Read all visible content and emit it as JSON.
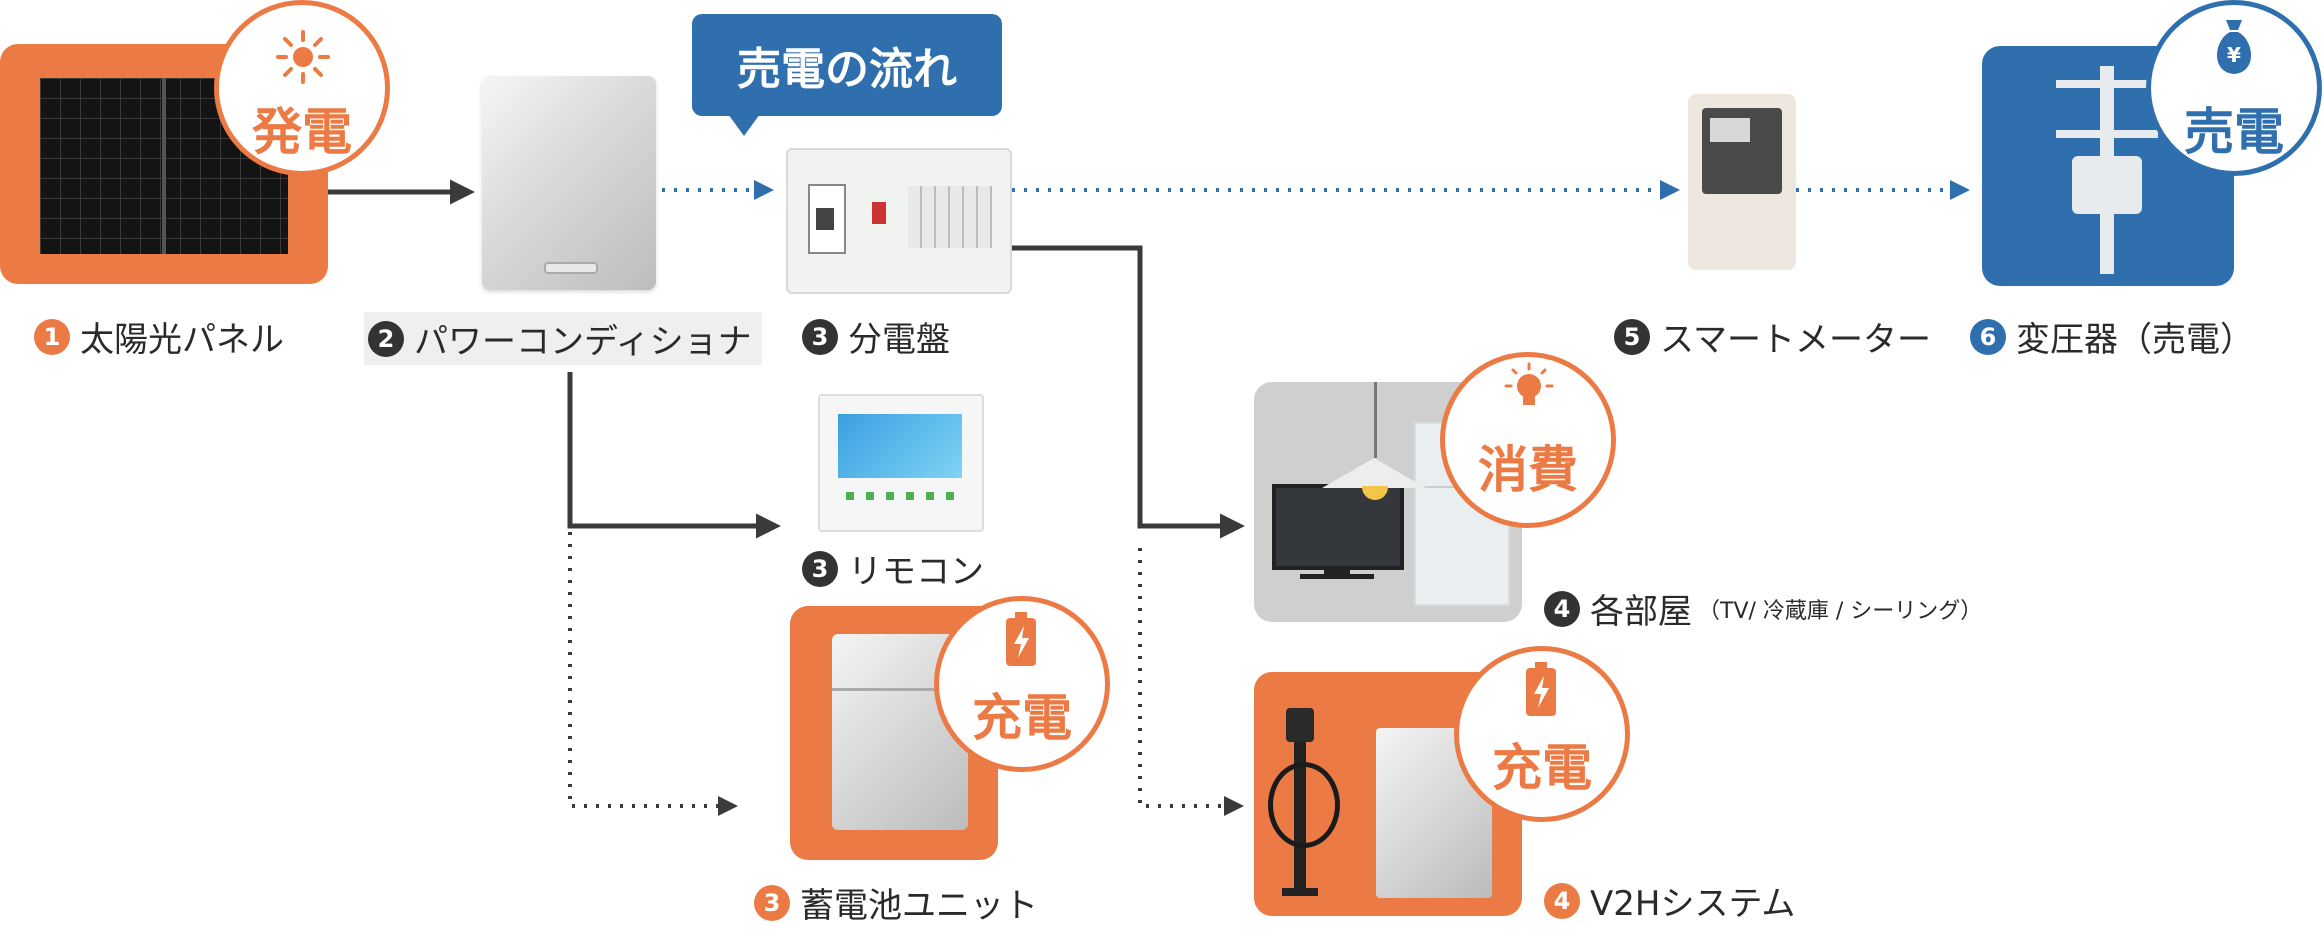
{
  "callout": "売電の流れ",
  "nodes": {
    "solar_panel": {
      "num": "1",
      "label": "太陽光パネル",
      "badge": "発電"
    },
    "power_conditioner": {
      "num": "2",
      "label": "パワーコンディショナ"
    },
    "distribution_board": {
      "num": "3",
      "label": "分電盤"
    },
    "remote": {
      "num": "3",
      "label": "リモコン"
    },
    "battery_unit": {
      "num": "3",
      "label": "蓄電池ユニット",
      "badge": "充電"
    },
    "rooms": {
      "num": "4",
      "label": "各部屋",
      "sub": "（TV/ 冷蔵庫 / シーリング）",
      "badge": "消費"
    },
    "v2h": {
      "num": "4",
      "label": "V2Hシステム",
      "badge": "充電"
    },
    "smart_meter": {
      "num": "5",
      "label": "スマートメーター"
    },
    "transformer": {
      "num": "6",
      "label": "変圧器（売電）",
      "badge": "売電",
      "yen": "¥"
    }
  },
  "colors": {
    "orange": "#ec7a45",
    "blue": "#2f6fae",
    "dark": "#333333",
    "gray": "#cfcfcf"
  },
  "icons": [
    "sun-icon",
    "bulb-icon",
    "battery-bolt-icon",
    "money-bag-icon"
  ]
}
